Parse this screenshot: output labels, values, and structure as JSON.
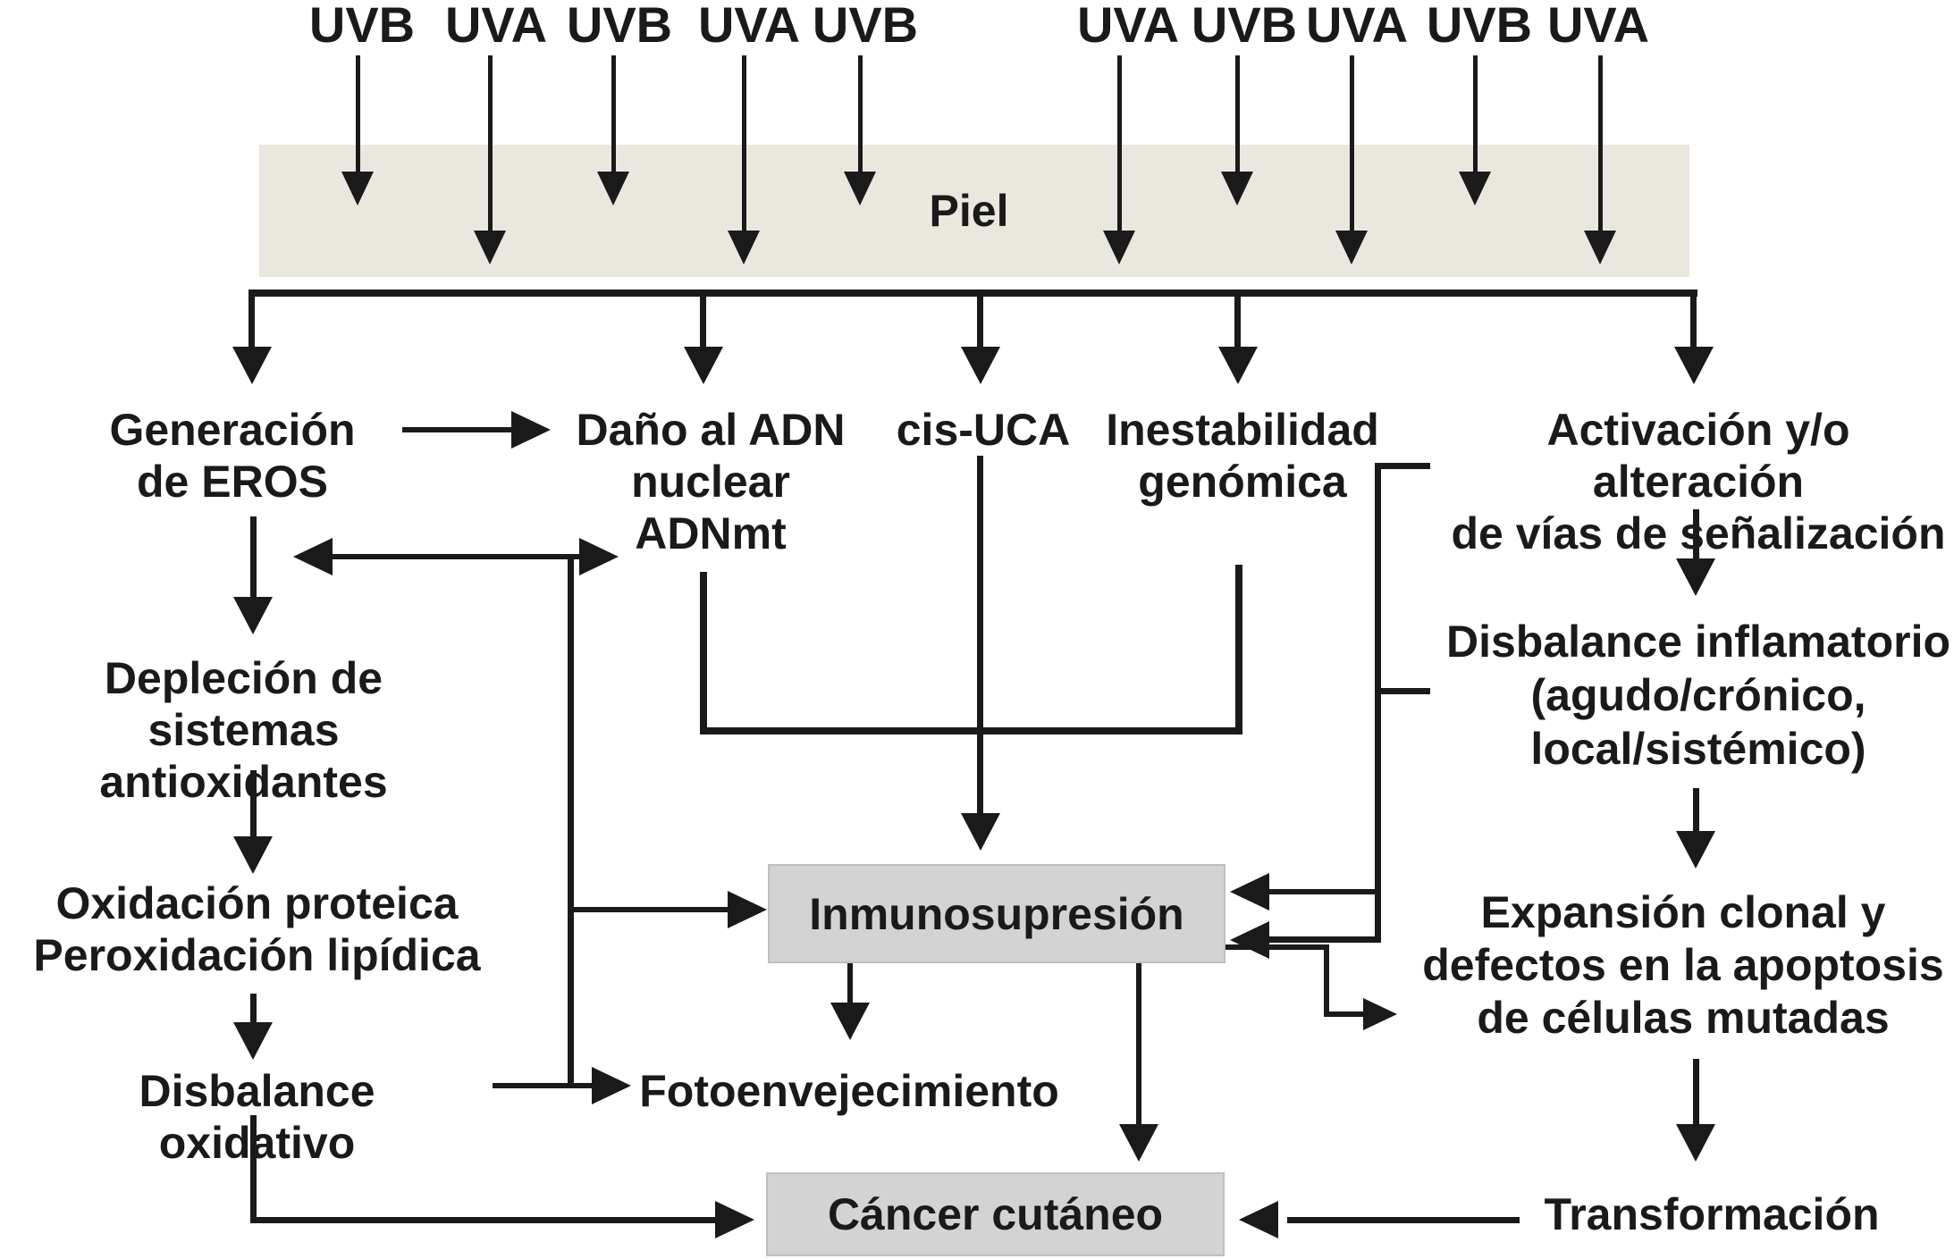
{
  "diagram": {
    "skin_label": "Piel",
    "uv_rays": [
      {
        "type": "UVB"
      },
      {
        "type": "UVA"
      },
      {
        "type": "UVB"
      },
      {
        "type": "UVA"
      },
      {
        "type": "UVB"
      },
      {
        "type": "UVA"
      },
      {
        "type": "UVB"
      },
      {
        "type": "UVA"
      },
      {
        "type": "UVB"
      },
      {
        "type": "UVA"
      }
    ],
    "nodes": {
      "generacion_eros": "Generación\nde EROS",
      "dano_adn": "Daño al ADN\nnuclear\nADNmt",
      "cis_uca": "cis-UCA",
      "inestabilidad": "Inestabilidad\ngenómica",
      "activacion": "Activación y/o alteración\nde vías de señalización",
      "deplecion": "Depleción de\nsistemas antioxidantes",
      "oxidacion": "Oxidación proteica\nPeroxidación lipídica",
      "disbalance_oxidativo": "Disbalance oxidativo",
      "disbalance_inflamatorio": "Disbalance inflamatorio\n(agudo/crónico,\nlocal/sistémico)",
      "inmunosupresion": "Inmunosupresión",
      "fotoenvejecimiento": "Fotoenvejecimiento",
      "expansion": "Expansión clonal y\ndefectos en la apoptosis\nde células mutadas",
      "cancer": "Cáncer cutáneo",
      "transformacion": "Transformación"
    },
    "colors": {
      "background": "#ffffff",
      "skin_band": "#eae7de",
      "node_box_fill": "#d3d3d3",
      "line": "#1a1a1a",
      "text": "#1a1a1a"
    }
  }
}
